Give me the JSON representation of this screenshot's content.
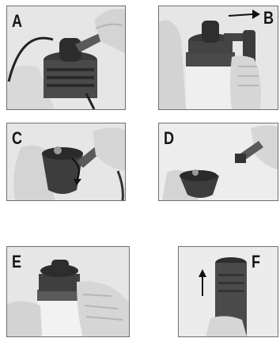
{
  "panels": [
    {
      "letter": "A"
    },
    {
      "letter": "B"
    },
    {
      "letter": "C"
    },
    {
      "letter": "D"
    },
    {
      "letter": "E"
    },
    {
      "letter": "F"
    }
  ]
}
